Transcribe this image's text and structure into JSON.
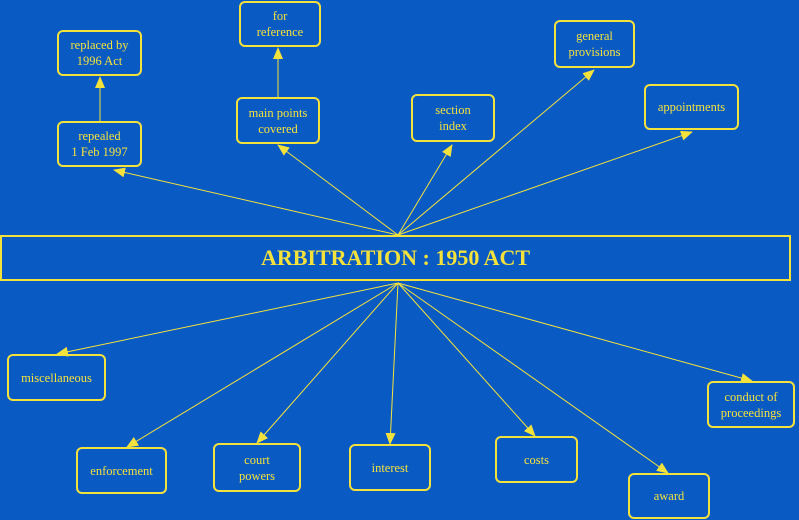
{
  "colors": {
    "background": "#0a5ac4",
    "accent": "#f4e23c"
  },
  "title": "ARBITRATION : 1950 ACT",
  "nodes": {
    "for_reference": "for\nreference",
    "replaced_by": "replaced by\n1996 Act",
    "repealed": "repealed\n1 Feb 1997",
    "main_points": "main points\ncovered",
    "section_index": "section\nindex",
    "general_provisions": "general\nprovisions",
    "appointments": "appointments",
    "miscellaneous": "miscellaneous",
    "enforcement": "enforcement",
    "court_powers": "court\npowers",
    "interest": "interest",
    "costs": "costs",
    "award": "award",
    "conduct": "conduct of\nproceedings"
  }
}
